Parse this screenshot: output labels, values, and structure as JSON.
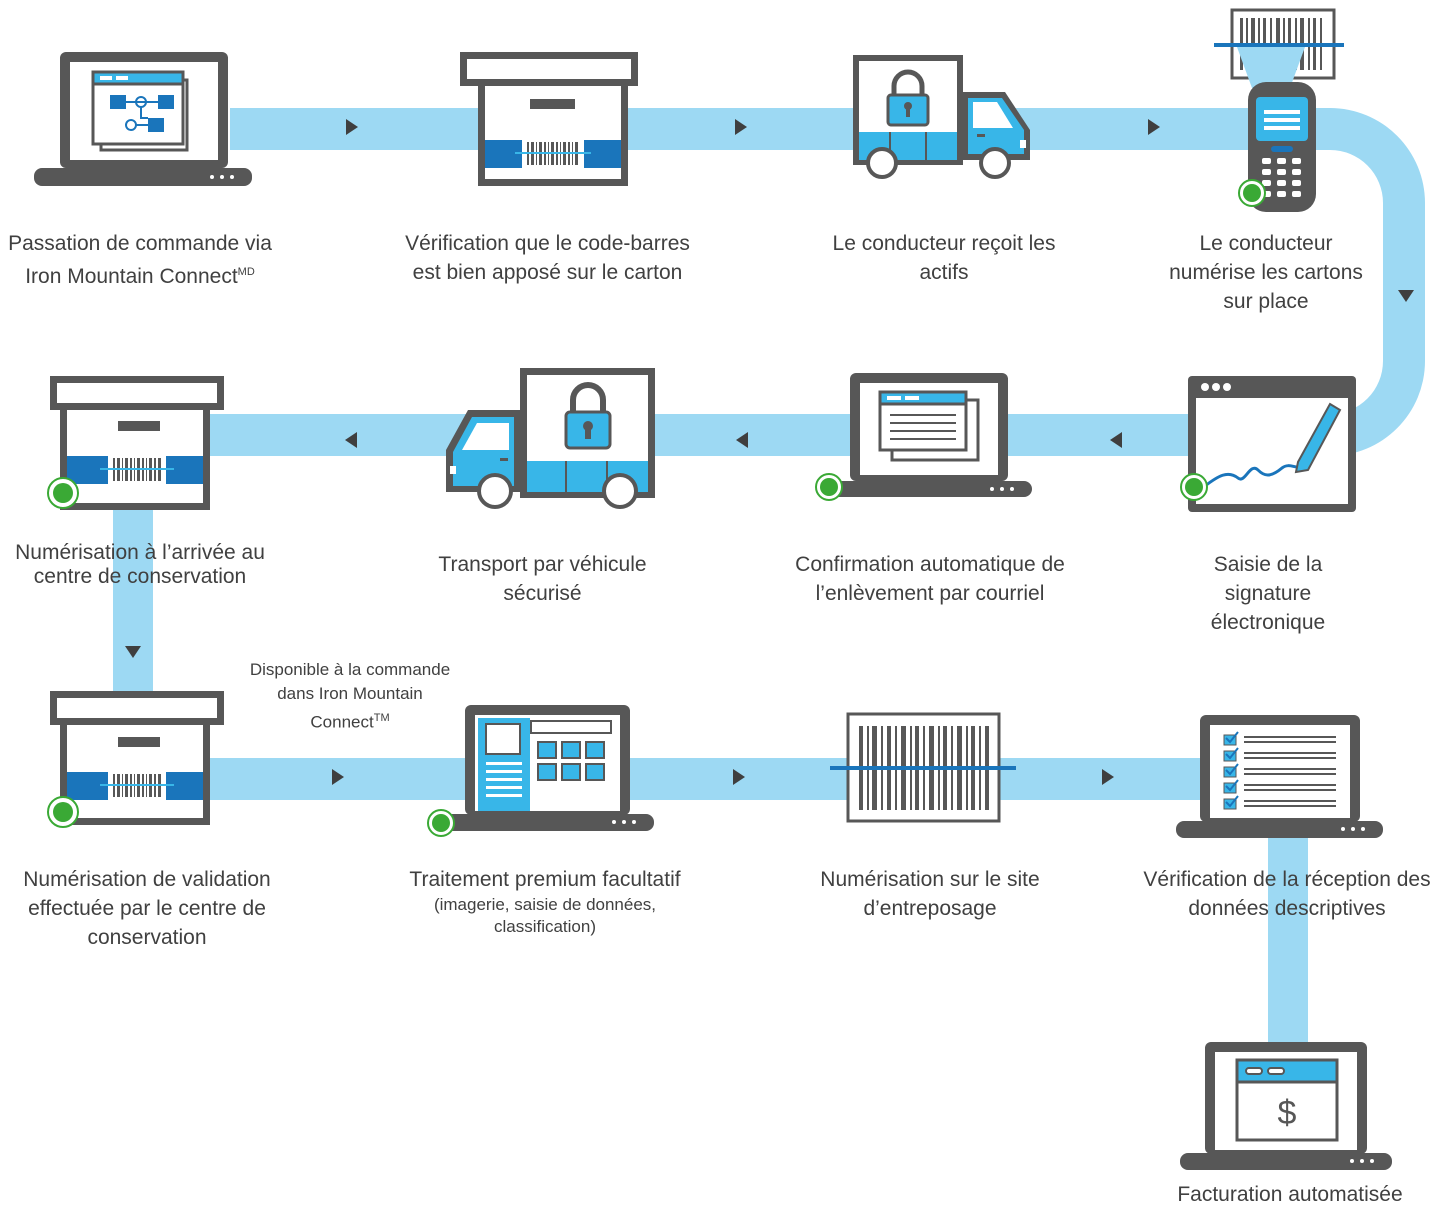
{
  "steps": {
    "s1": {
      "label": "Passation de commande via Iron Mountain Connect",
      "sup": "MD"
    },
    "s2": {
      "label": "Vérification que le code-barres est bien apposé sur le carton"
    },
    "s3": {
      "label": "Le conducteur reçoit les actifs"
    },
    "s4": {
      "label": "Le conducteur numérise les cartons sur place"
    },
    "s5": {
      "label": "Saisie de la signature électronique"
    },
    "s6": {
      "label": "Confirmation automatique de l’enlèvement par courriel"
    },
    "s7": {
      "label": "Transport par véhicule sécurisé"
    },
    "s8": {
      "label": "Numérisation à l’arrivée au centre de conservation"
    },
    "s9": {
      "label": "Numérisation de validation effectuée par le centre de conservation"
    },
    "s10": {
      "label": "Traitement premium facultatif",
      "detail": "(imagerie, saisie de données, classification)"
    },
    "s11": {
      "label": "Numérisation sur le site d’entreposage"
    },
    "s12": {
      "label": "Vérification de la réception des données descriptives"
    },
    "s13": {
      "label": "Facturation automatisée"
    }
  },
  "note": {
    "text": "Disponible à la commande dans Iron Mountain Connect",
    "sup": "TM"
  },
  "icons": [
    "laptop-workflow-icon",
    "archive-box-barcode-icon",
    "secure-truck-icon",
    "handheld-scanner-icon",
    "signature-window-icon",
    "laptop-email-icon",
    "secure-truck-icon",
    "archive-box-scan-icon",
    "archive-box-scan-icon",
    "laptop-premium-icon",
    "barcode-scan-icon",
    "laptop-checklist-icon",
    "laptop-invoice-icon"
  ],
  "colors": {
    "flow": "#9dd9f3",
    "dark": "#575757",
    "accent_blue": "#1a75bb",
    "light_blue": "#38b6e8",
    "status_green": "#3aa935"
  }
}
